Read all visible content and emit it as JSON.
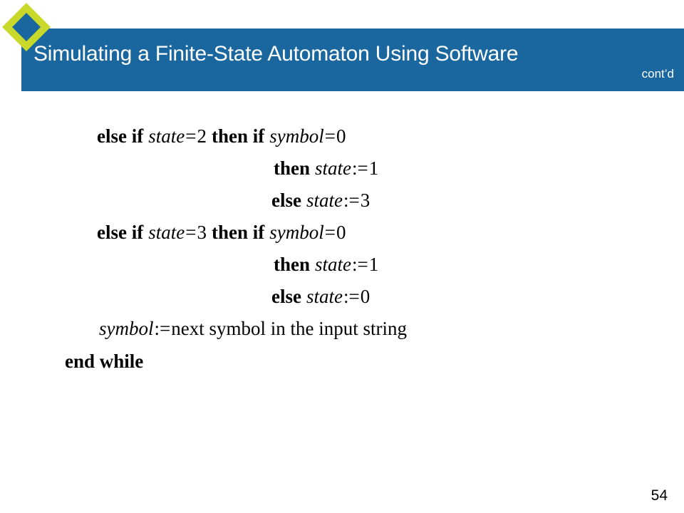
{
  "header": {
    "title": "Simulating a Finite-State Automaton Using Software",
    "continuation_label": "cont’d",
    "bar_color": "#1A669E",
    "diamond_outline_color": "#C8D92B",
    "diamond_fill_color": "#1A669E",
    "title_color": "#FFFFFF"
  },
  "body": {
    "lines": [
      {
        "id": "line-else-if-state-2",
        "indent": "outer",
        "tokens": [
          {
            "kind": "kw",
            "text": "else if"
          },
          {
            "kind": "sp",
            "text": " "
          },
          {
            "kind": "var",
            "text": "state"
          },
          {
            "kind": "op",
            "text": "="
          },
          {
            "kind": "num",
            "text": "2"
          },
          {
            "kind": "sp",
            "text": " "
          },
          {
            "kind": "kw",
            "text": "then if"
          },
          {
            "kind": "sp",
            "text": " "
          },
          {
            "kind": "var",
            "text": "symbol"
          },
          {
            "kind": "op",
            "text": "="
          },
          {
            "kind": "num",
            "text": "0"
          }
        ],
        "plain": "else if state = 2 then if symbol = 0"
      },
      {
        "id": "line-then-state-1-a",
        "indent": "inner",
        "tokens": [
          {
            "kind": "kw",
            "text": "then"
          },
          {
            "kind": "sp",
            "text": " "
          },
          {
            "kind": "var",
            "text": "state"
          },
          {
            "kind": "op",
            "text": ":="
          },
          {
            "kind": "num",
            "text": "1"
          }
        ],
        "plain": "then state := 1"
      },
      {
        "id": "line-else-state-3",
        "indent": "inner",
        "tokens": [
          {
            "kind": "kw",
            "text": "else"
          },
          {
            "kind": "sp",
            "text": " "
          },
          {
            "kind": "var",
            "text": "state"
          },
          {
            "kind": "op",
            "text": ":="
          },
          {
            "kind": "num",
            "text": "3"
          }
        ],
        "plain": "else state := 3"
      },
      {
        "id": "line-else-if-state-3",
        "indent": "outer",
        "tokens": [
          {
            "kind": "kw",
            "text": "else if"
          },
          {
            "kind": "sp",
            "text": " "
          },
          {
            "kind": "var",
            "text": "state"
          },
          {
            "kind": "op",
            "text": "="
          },
          {
            "kind": "num",
            "text": "3"
          },
          {
            "kind": "sp",
            "text": " "
          },
          {
            "kind": "kw",
            "text": "then if"
          },
          {
            "kind": "sp",
            "text": " "
          },
          {
            "kind": "var",
            "text": "symbol"
          },
          {
            "kind": "op",
            "text": "="
          },
          {
            "kind": "num",
            "text": "0"
          }
        ],
        "plain": "else if state = 3 then if symbol = 0"
      },
      {
        "id": "line-then-state-1-b",
        "indent": "inner",
        "tokens": [
          {
            "kind": "kw",
            "text": "then"
          },
          {
            "kind": "sp",
            "text": " "
          },
          {
            "kind": "var",
            "text": "state"
          },
          {
            "kind": "op",
            "text": ":="
          },
          {
            "kind": "num",
            "text": "1"
          }
        ],
        "plain": "then state := 1"
      },
      {
        "id": "line-else-state-0",
        "indent": "inner",
        "tokens": [
          {
            "kind": "kw",
            "text": "else"
          },
          {
            "kind": "sp",
            "text": " "
          },
          {
            "kind": "var",
            "text": "state"
          },
          {
            "kind": "op",
            "text": ":="
          },
          {
            "kind": "num",
            "text": "0"
          }
        ],
        "plain": "else state := 0"
      },
      {
        "id": "line-symbol-next",
        "indent": "outer",
        "tokens": [
          {
            "kind": "var",
            "text": "symbol"
          },
          {
            "kind": "op",
            "text": ":="
          },
          {
            "kind": "rom",
            "text": "next symbol in the input string"
          }
        ],
        "plain": "symbol := next symbol in the input string"
      },
      {
        "id": "line-end-while",
        "indent": "flush",
        "tokens": [
          {
            "kind": "kw",
            "text": "end while"
          }
        ],
        "plain": "end while"
      }
    ]
  },
  "footer": {
    "page_number": "54"
  }
}
